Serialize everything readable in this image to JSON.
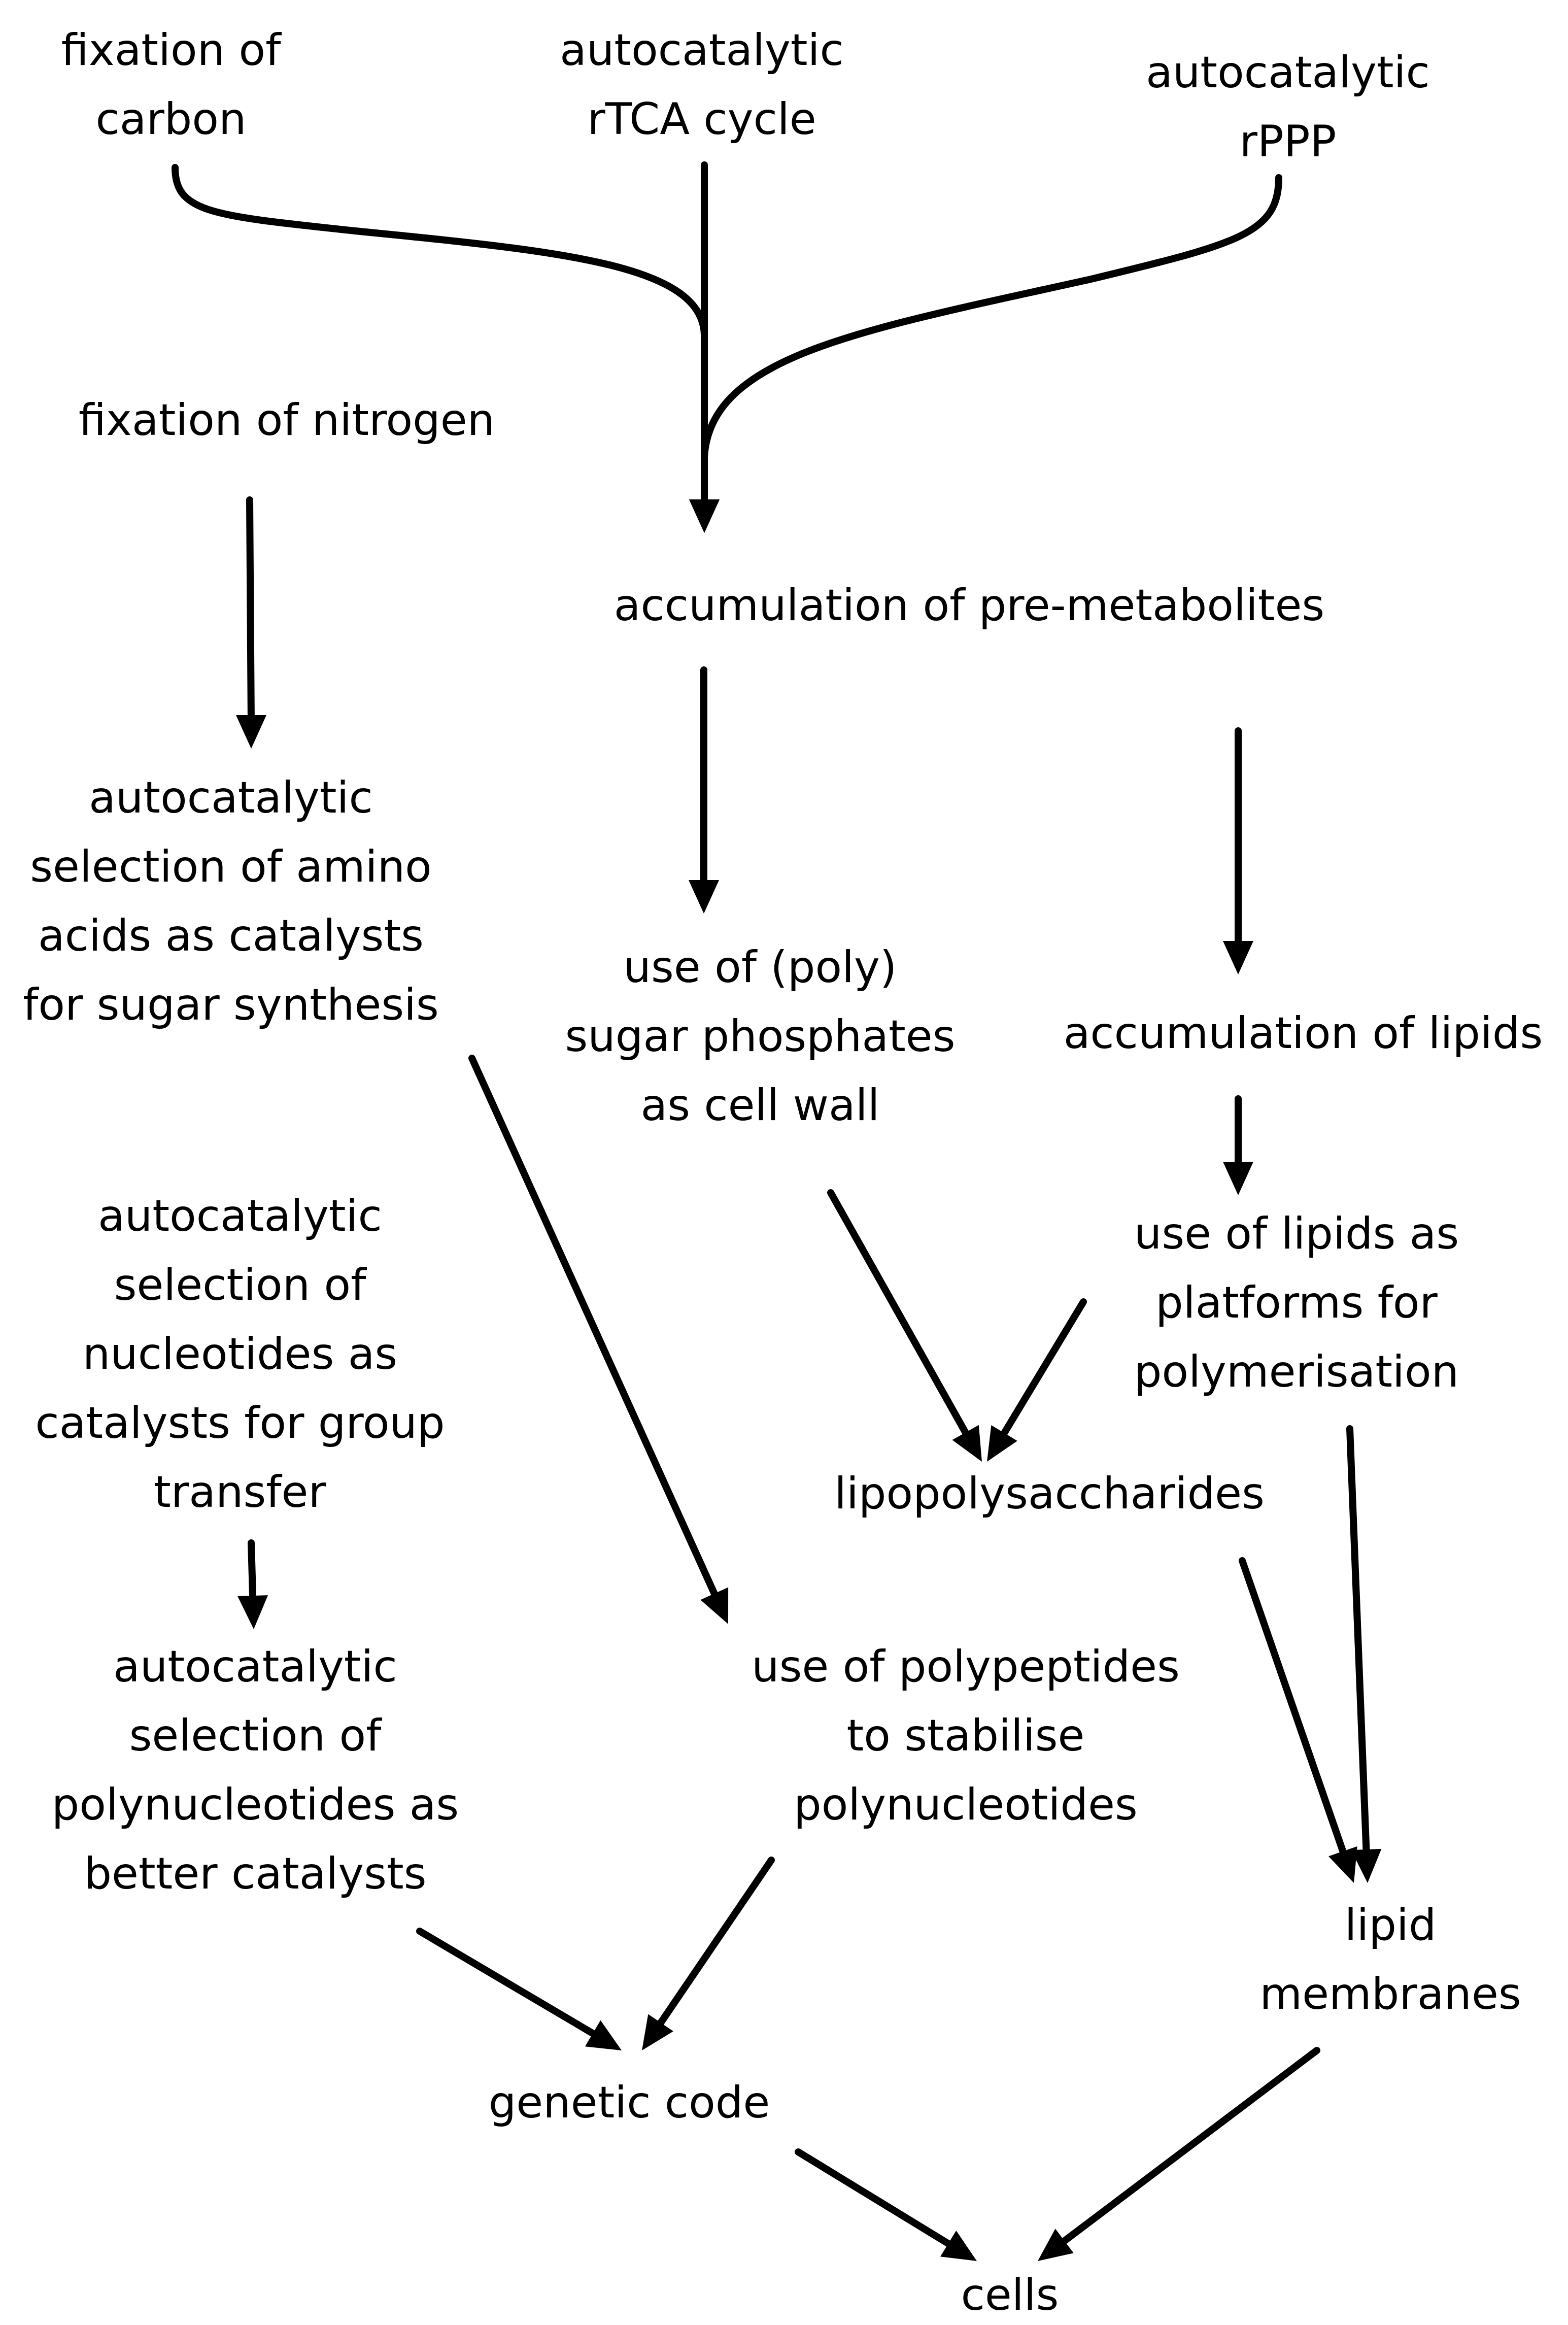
{
  "nodes": [
    {
      "id": "fixation-carbon",
      "lines": [
        "fixation of",
        "carbon"
      ]
    },
    {
      "id": "rtca-cycle",
      "lines": [
        "autocatalytic",
        "rTCA cycle"
      ]
    },
    {
      "id": "rppp",
      "lines": [
        "autocatalytic",
        "rPPP"
      ]
    },
    {
      "id": "fixation-nitrogen",
      "lines": [
        "fixation of nitrogen"
      ]
    },
    {
      "id": "pre-metabolites",
      "lines": [
        "accumulation of pre-metabolites"
      ]
    },
    {
      "id": "amino-acids",
      "lines": [
        "autocatalytic",
        "selection of amino",
        "acids as catalysts",
        "for sugar synthesis"
      ]
    },
    {
      "id": "sugar-phosphates",
      "lines": [
        "use of (poly)",
        "sugar phosphates",
        "as cell wall"
      ]
    },
    {
      "id": "accumulation-lipids",
      "lines": [
        "accumulation of lipids"
      ]
    },
    {
      "id": "nucleotides",
      "lines": [
        "autocatalytic",
        "selection of",
        "nucleotides as",
        "catalysts for group",
        "transfer"
      ]
    },
    {
      "id": "lipid-platforms",
      "lines": [
        "use of lipids as",
        "platforms for",
        "polymerisation"
      ]
    },
    {
      "id": "lipopolysaccharides",
      "lines": [
        "lipopolysaccharides"
      ]
    },
    {
      "id": "polynucleotides",
      "lines": [
        "autocatalytic",
        "selection of",
        "polynucleotides as",
        "better catalysts"
      ]
    },
    {
      "id": "polypeptides",
      "lines": [
        "use of polypeptides",
        "to stabilise",
        "polynucleotides"
      ]
    },
    {
      "id": "lipid-membranes",
      "lines": [
        "lipid",
        "membranes"
      ]
    },
    {
      "id": "genetic-code",
      "lines": [
        "genetic code"
      ]
    },
    {
      "id": "cells",
      "lines": [
        "cells"
      ]
    }
  ],
  "edges": [
    {
      "from": "fixation-carbon",
      "to": "pre-metabolites"
    },
    {
      "from": "rtca-cycle",
      "to": "pre-metabolites"
    },
    {
      "from": "rppp",
      "to": "pre-metabolites"
    },
    {
      "from": "fixation-nitrogen",
      "to": "amino-acids"
    },
    {
      "from": "pre-metabolites",
      "to": "sugar-phosphates"
    },
    {
      "from": "pre-metabolites",
      "to": "accumulation-lipids"
    },
    {
      "from": "accumulation-lipids",
      "to": "lipid-platforms"
    },
    {
      "from": "amino-acids",
      "to": "polypeptides"
    },
    {
      "from": "sugar-phosphates",
      "to": "lipopolysaccharides"
    },
    {
      "from": "lipid-platforms",
      "to": "lipopolysaccharides"
    },
    {
      "from": "nucleotides",
      "to": "polynucleotides"
    },
    {
      "from": "lipid-platforms",
      "to": "lipid-membranes"
    },
    {
      "from": "lipopolysaccharides",
      "to": "lipid-membranes"
    },
    {
      "from": "polynucleotides",
      "to": "genetic-code"
    },
    {
      "from": "polypeptides",
      "to": "genetic-code"
    },
    {
      "from": "genetic-code",
      "to": "cells"
    },
    {
      "from": "lipid-membranes",
      "to": "cells"
    }
  ]
}
